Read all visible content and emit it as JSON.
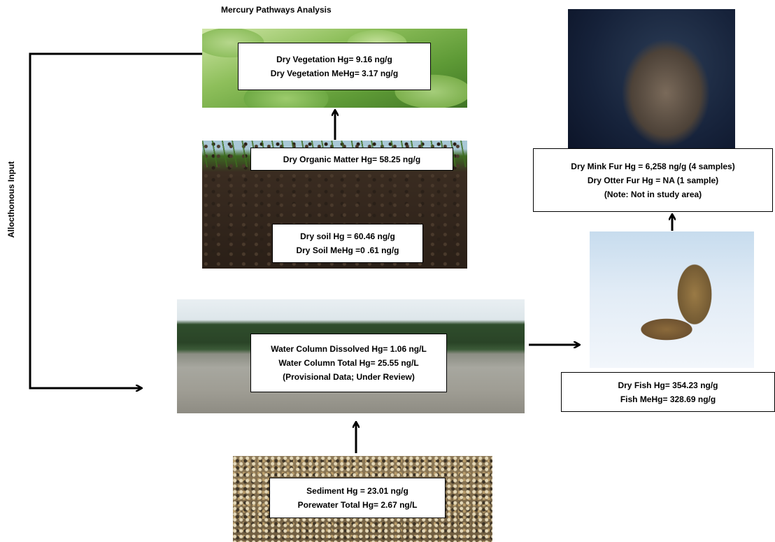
{
  "title": "Mercury Pathways Analysis",
  "side_label": "Allocthonous Input",
  "vegetation": {
    "line1": "Dry Vegetation Hg= 9.16 ng/g",
    "line2": "Dry Vegetation MeHg= 3.17 ng/g"
  },
  "organic_matter": {
    "line1": "Dry Organic Matter Hg= 58.25 ng/g"
  },
  "soil": {
    "line1": "Dry soil Hg = 60.46 ng/g",
    "line2": "Dry Soil MeHg =0 .61 ng/g"
  },
  "water": {
    "line1": "Water Column Dissolved Hg= 1.06 ng/L",
    "line2": "Water Column Total Hg= 25.55 ng/L",
    "line3": "(Provisional Data; Under Review)"
  },
  "sediment": {
    "line1": "Sediment Hg = 23.01 ng/g",
    "line2": "Porewater Total Hg= 2.67 ng/L"
  },
  "fur": {
    "line1": "Dry Mink Fur Hg = 6,258 ng/g (4 samples)",
    "line2": "Dry Otter Fur Hg = NA (1 sample)",
    "line3": "(Note: Not in study area)"
  },
  "fish": {
    "line1": "Dry Fish Hg= 354.23 ng/g",
    "line2": "Fish MeHg= 328.69 ng/g"
  }
}
